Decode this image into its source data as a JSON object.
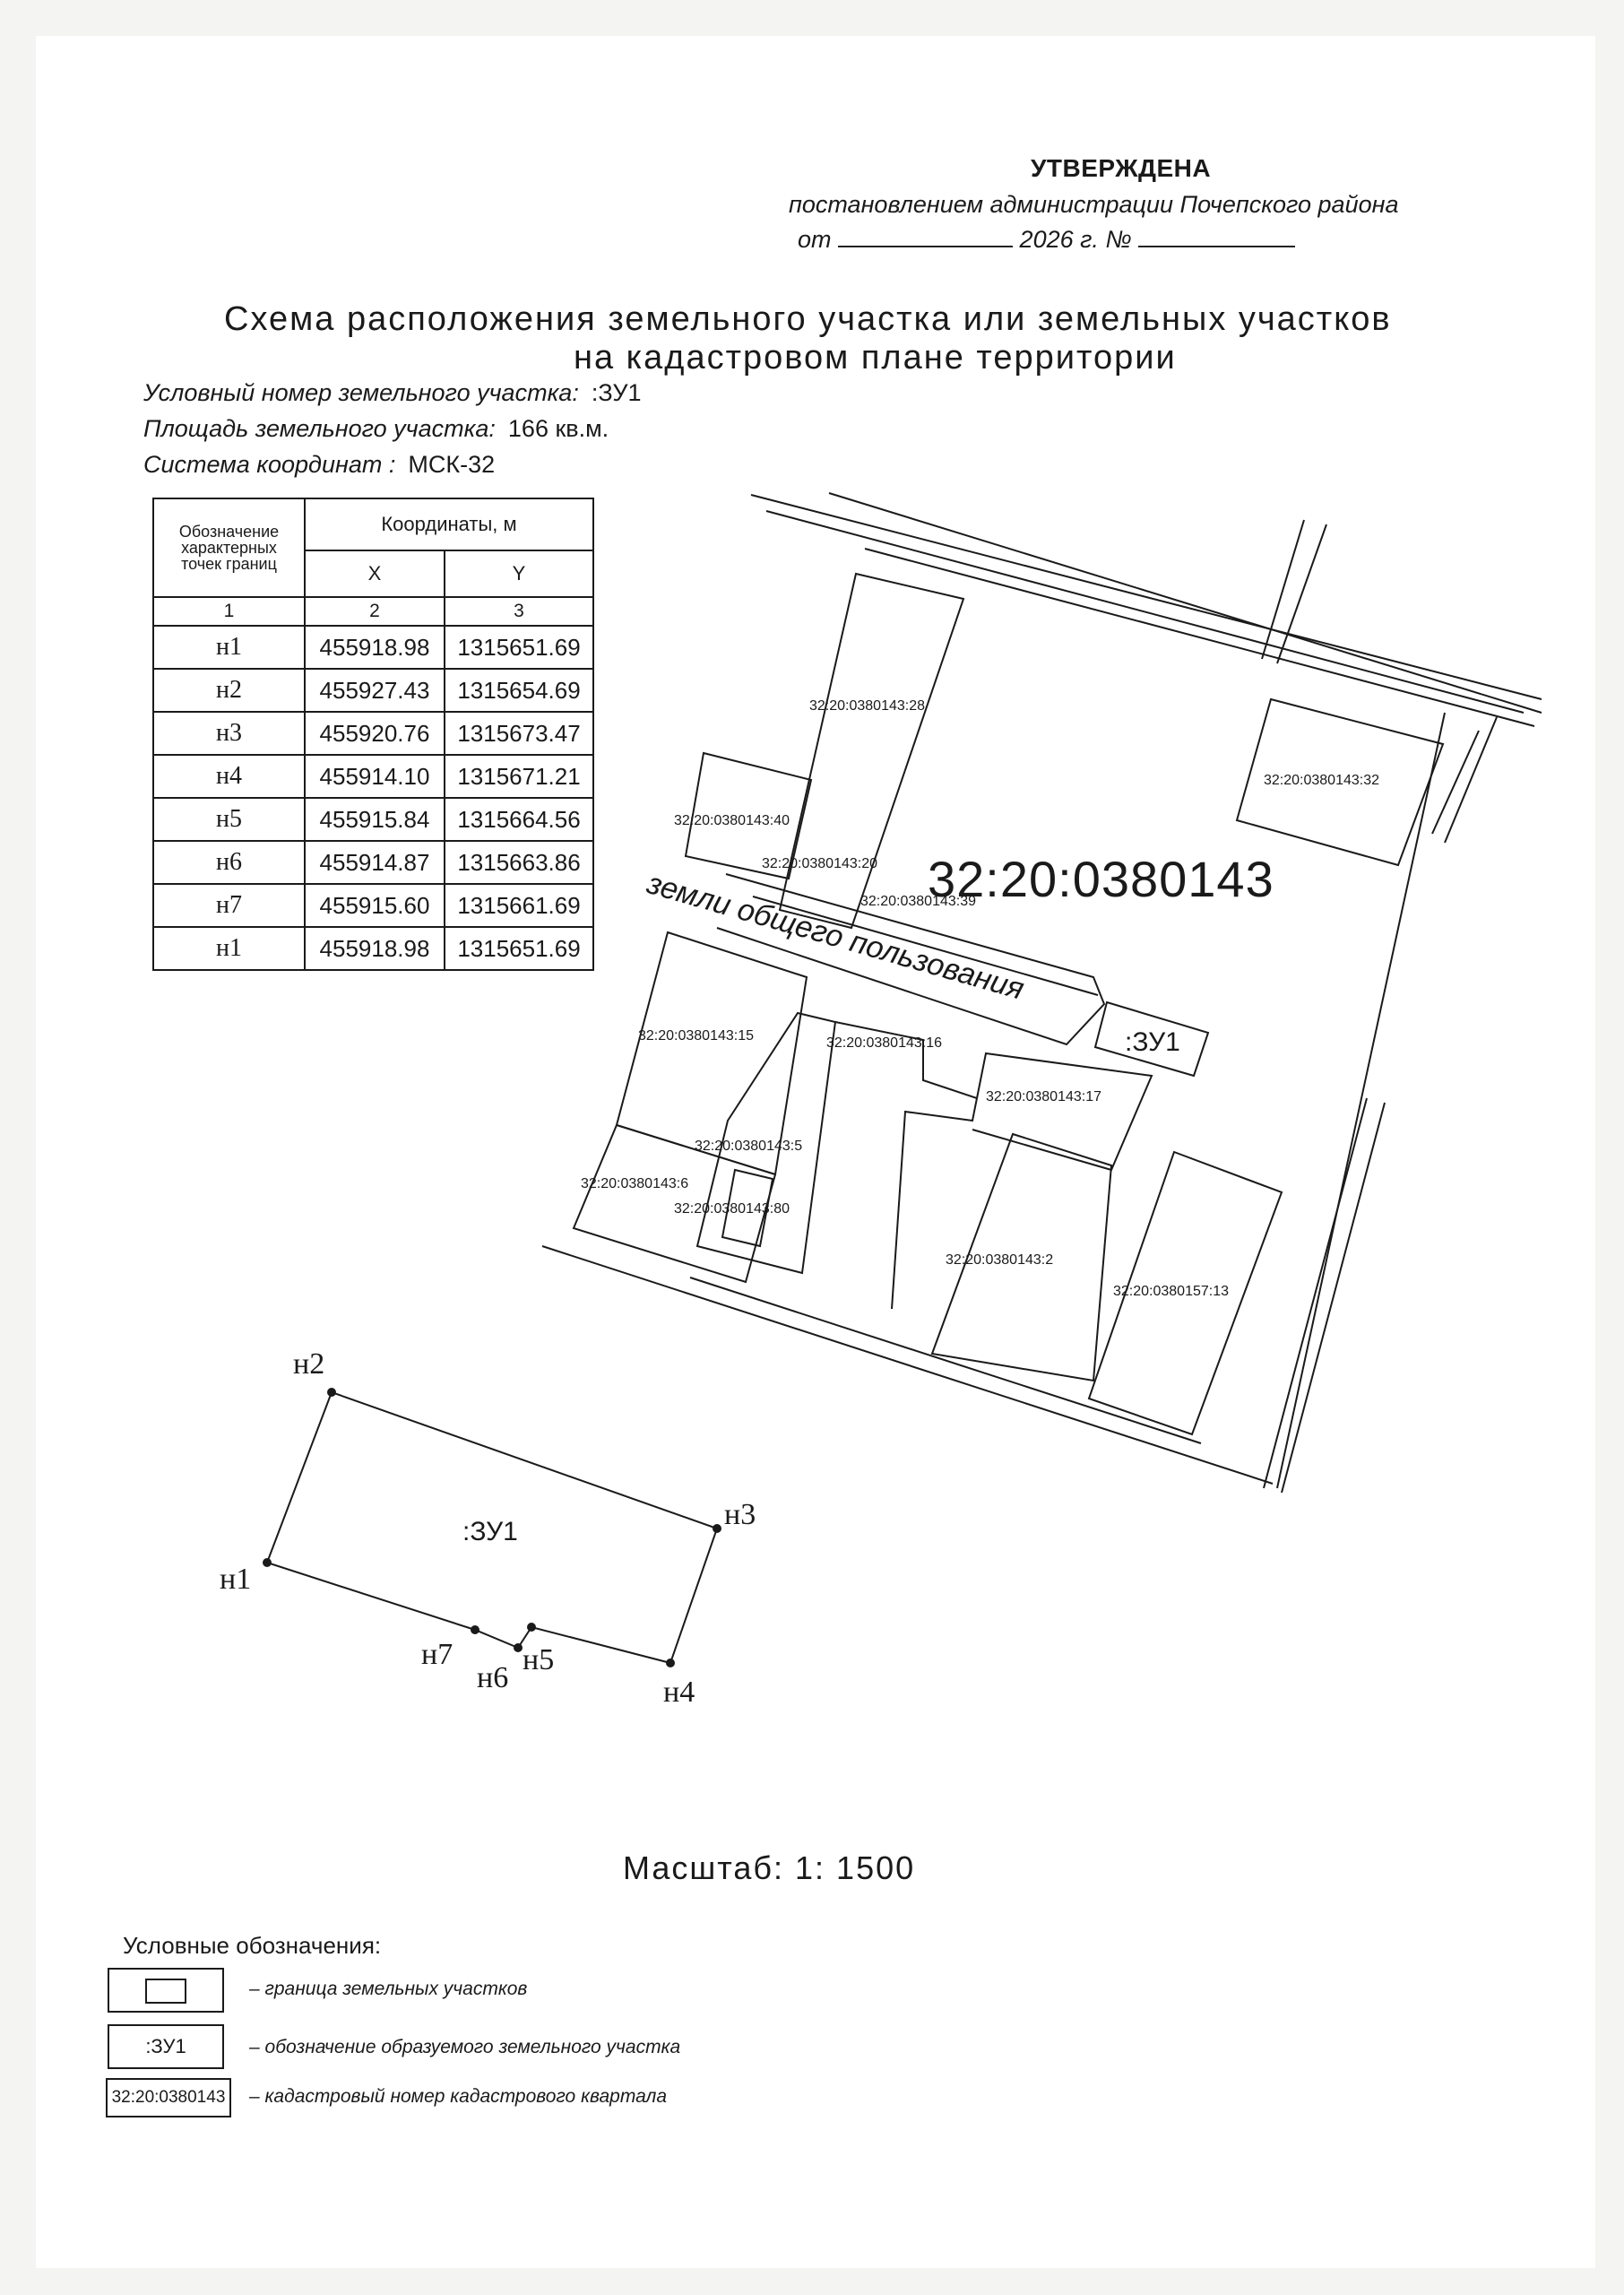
{
  "header": {
    "approved": "УТВЕРЖДЕНА",
    "decree": "постановлением администрации Почепского района",
    "date_prefix": "от",
    "date_year": "2026 г.",
    "number_sign": "№"
  },
  "title": {
    "line1": "Схема расположения земельного участка или земельных участков",
    "line2": "на кадастровом плане территории"
  },
  "parcel_info": {
    "number_label": "Условный номер земельного участка:",
    "number_value": ":ЗУ1",
    "area_label": "Площадь земельного участка:",
    "area_value": "166 кв.м.",
    "crs_label": "Система координат :",
    "crs_value": "МСК-32"
  },
  "table": {
    "point_header": "Обозначение характерных точек границ",
    "coords_header": "Координаты, м",
    "x_header": "X",
    "y_header": "Y",
    "col_numbers": [
      "1",
      "2",
      "3"
    ],
    "rows": [
      {
        "point": "н1",
        "x": "455918.98",
        "y": "1315651.69"
      },
      {
        "point": "н2",
        "x": "455927.43",
        "y": "1315654.69"
      },
      {
        "point": "н3",
        "x": "455920.76",
        "y": "1315673.47"
      },
      {
        "point": "н4",
        "x": "455914.10",
        "y": "1315671.21"
      },
      {
        "point": "н5",
        "x": "455915.84",
        "y": "1315664.56"
      },
      {
        "point": "н6",
        "x": "455914.87",
        "y": "1315663.86"
      },
      {
        "point": "н7",
        "x": "455915.60",
        "y": "1315661.69"
      },
      {
        "point": "н1",
        "x": "455918.98",
        "y": "1315651.69"
      }
    ]
  },
  "map": {
    "quarter_number": "32:20:0380143",
    "common_land": "земли общего пользования",
    "new_parcel": ":ЗУ1",
    "parcels": [
      "32:20:0380143:28",
      "32:20:0380143:32",
      "32:20:0380143:40",
      "32:20:0380143:20",
      "32:20:0380143:39",
      "32:20:0380143:15",
      "32:20:0380143:16",
      "32:20:0380143:17",
      "32:20:0380143:5",
      "32:20:0380143:6",
      "32:20:0380143:80",
      "32:20:0380143:2",
      "32:20:0380157:13"
    ]
  },
  "detail": {
    "label": ":ЗУ1",
    "points": [
      "н1",
      "н2",
      "н3",
      "н4",
      "н5",
      "н6",
      "н7"
    ]
  },
  "scale": "Масштаб: 1: 1500",
  "legend": {
    "title": "Условные обозначения:",
    "items": [
      {
        "symbol": "",
        "text": "– граница земельных участков"
      },
      {
        "symbol": ":ЗУ1",
        "text": "– обозначение образуемого земельного участка"
      },
      {
        "symbol": "32:20:0380143",
        "text": "– кадастровый номер кадастрового квартала"
      }
    ]
  }
}
